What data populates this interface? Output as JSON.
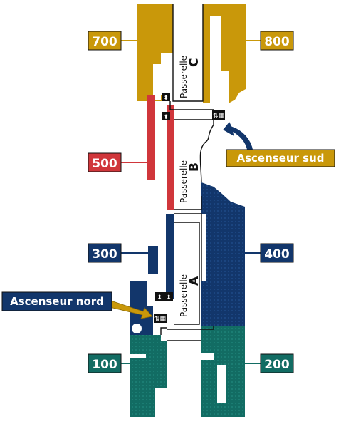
{
  "map": {
    "colors": {
      "gold": "#c9980a",
      "red": "#d0363b",
      "navy": "#12366b",
      "teal": "#126c63",
      "outline": "#111111",
      "label_text": "#ffffff"
    },
    "sections": [
      {
        "label": "700",
        "color": "gold"
      },
      {
        "label": "800",
        "color": "gold"
      },
      {
        "label": "500",
        "color": "red"
      },
      {
        "label": "300",
        "color": "navy"
      },
      {
        "label": "400",
        "color": "navy"
      },
      {
        "label": "100",
        "color": "teal"
      },
      {
        "label": "200",
        "color": "teal"
      }
    ],
    "walkways": [
      {
        "name": "Passerelle",
        "letter": "C"
      },
      {
        "name": "Passerelle",
        "letter": "B"
      },
      {
        "name": "Passerelle",
        "letter": "A"
      }
    ],
    "callouts": {
      "south": {
        "label": "Ascenseur sud",
        "color": "gold"
      },
      "north": {
        "label": "Ascenseur nord",
        "color": "navy"
      }
    },
    "icons": [
      "elevator-icon",
      "stairs-icon"
    ]
  }
}
